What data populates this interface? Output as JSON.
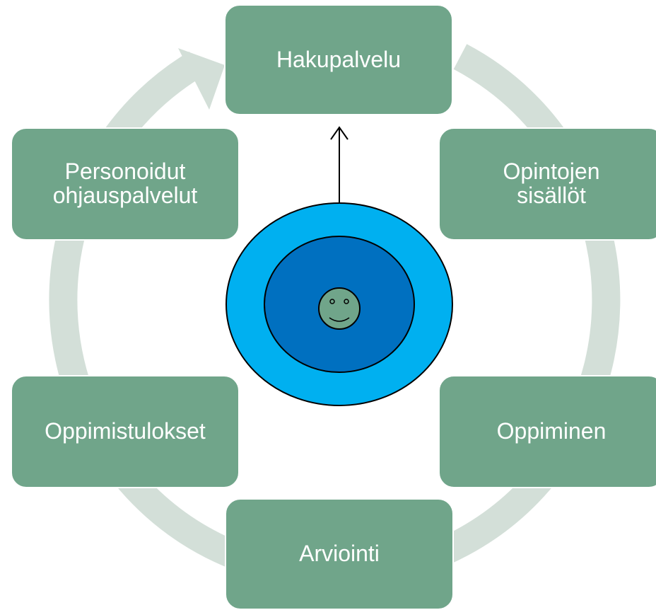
{
  "diagram": {
    "nodes": [
      {
        "id": "top",
        "label": "Hakupalvelu"
      },
      {
        "id": "right1",
        "label": "Opintojen\nsisällöt"
      },
      {
        "id": "right2",
        "label": "Oppiminen"
      },
      {
        "id": "bottom",
        "label": "Arviointi"
      },
      {
        "id": "left2",
        "label": "Oppimistulokset"
      },
      {
        "id": "left1",
        "label": "Personoidut\nohjauspalvelut"
      }
    ],
    "colors": {
      "node_fill": "#70a58a",
      "ring": "#d3dfd8",
      "outer_circle": "#00b0f0",
      "inner_circle": "#0070c0",
      "face": "#70a58a"
    },
    "center_icon": "smiley-face-icon",
    "pointer_icon": "up-arrow-icon"
  }
}
